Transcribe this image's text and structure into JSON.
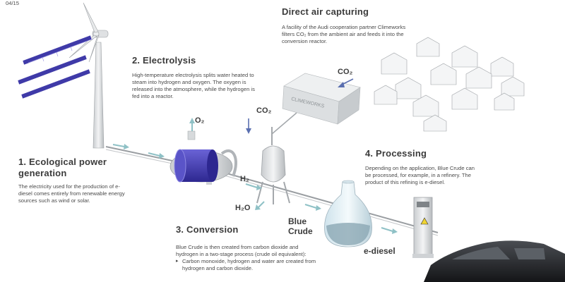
{
  "doc_code": "04/15",
  "steps": {
    "step1": {
      "title": "1. Ecological power generation",
      "body": "The electricity used for the production of e-diesel comes entirely from renewable energy sources such as wind or solar."
    },
    "step2": {
      "title": "2. Electrolysis",
      "body": "High-temperature electrolysis splits water heated to steam into hydrogen and oxygen. The oxygen is released into the atmosphere, while the hydrogen is fed into a reactor."
    },
    "step3": {
      "title": "3. Conversion",
      "body": "Blue Crude is then created from carbon dioxide and hydrogen in a two-stage process (crude oil equivalent):",
      "bullets": [
        "Carbon monoxide, hydrogen and water are created from hydrogen and carbon dioxide."
      ]
    },
    "step4": {
      "title": "4. Processing",
      "body": "Depending on the application, Blue Crude can be processed, for example, in a refinery. The product of this refining is e-diesel."
    },
    "dac": {
      "title": "Direct air capturing",
      "body": "A facility of the Audi cooperation partner Climeworks filters CO₂ from the ambient air and feeds it into the conversion reactor."
    }
  },
  "labels": {
    "o2": "O₂",
    "co2_reactor": "CO₂",
    "co2_air": "CO₂",
    "h2": "H₂",
    "h2o": "H₂O",
    "blue_crude": "Blue Crude",
    "ediesel": "e-diesel",
    "climeworks": "CLIMEWORKS"
  },
  "colors": {
    "accent_blue": "#3f3aa8",
    "arrow_teal": "#8fc1c6",
    "text_dark": "#3b3b3b"
  }
}
